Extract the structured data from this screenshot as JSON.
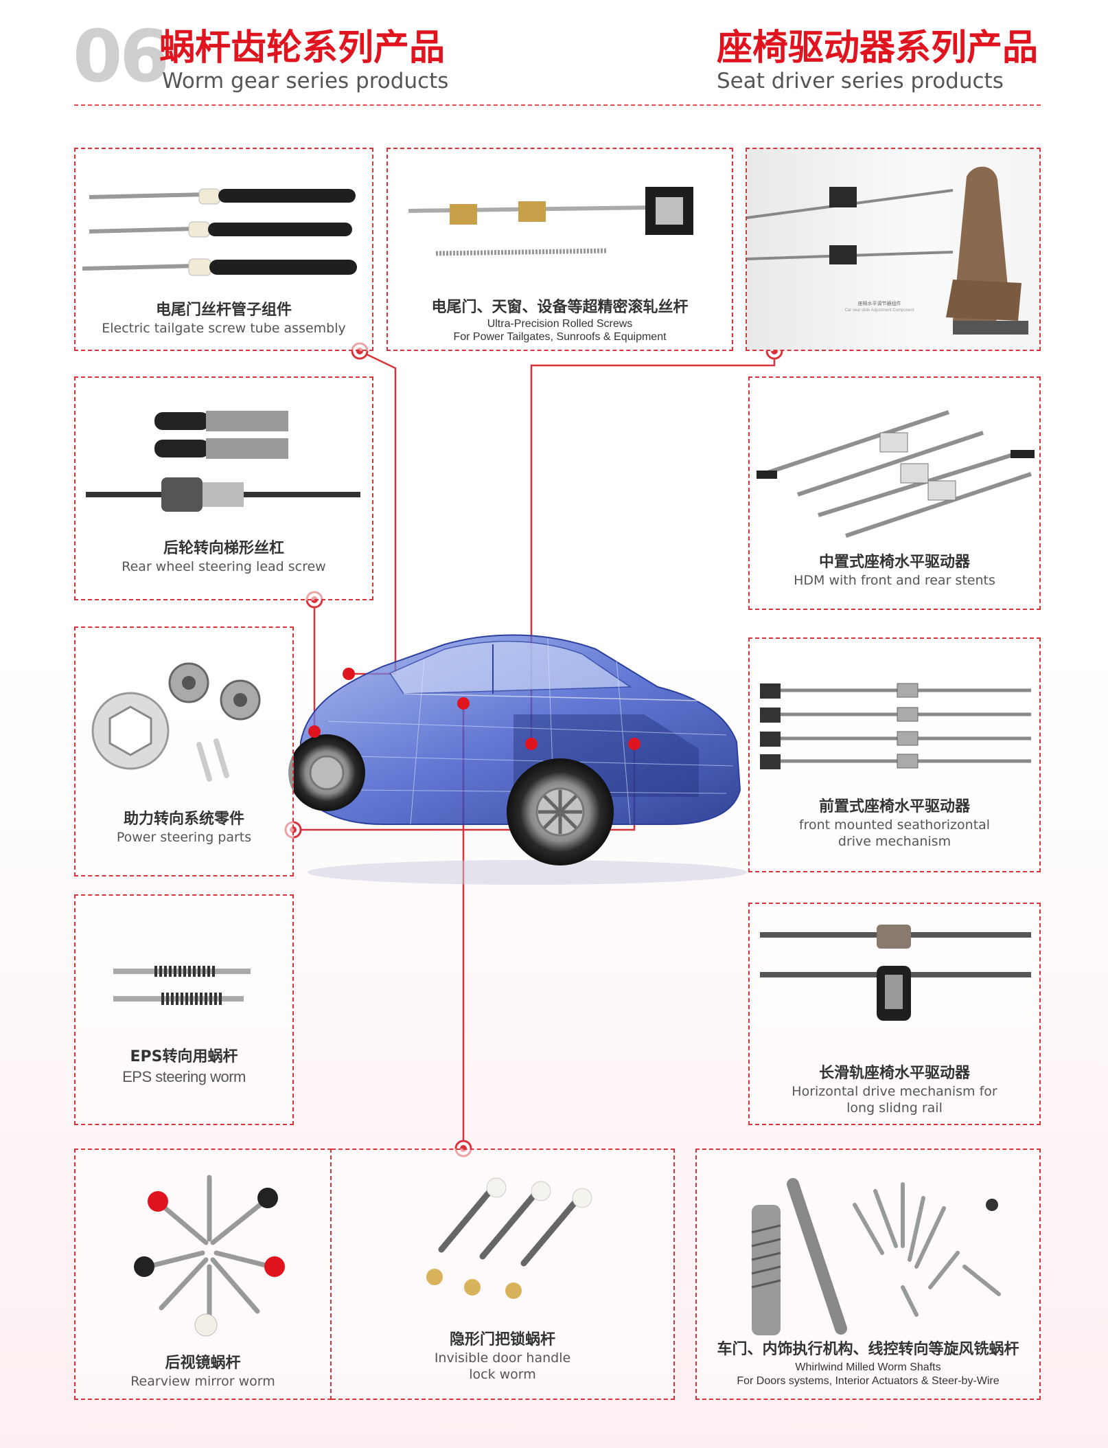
{
  "header": {
    "number": "06",
    "left_title_cn": "蜗杆齿轮系列产品",
    "left_title_en": "Worm gear series products",
    "right_title_cn": "座椅驱动器系列产品",
    "right_title_en": "Seat driver series products"
  },
  "products": {
    "tailgate_tube": {
      "cn": "电尾门丝杆管子组件",
      "en": "Electric tailgate screw tube assembly"
    },
    "rolled_screws": {
      "cn": "电尾门、天窗、设备等超精密滚轧丝杆",
      "en1": "Ultra-Precision Rolled Screws",
      "en2": "For Power Tailgates, Sunroofs & Equipment"
    },
    "seat_photo_label": {
      "cn": "座椅水平调节器组件",
      "en": "Car seat slide Adjustment Component"
    },
    "rear_wheel": {
      "cn": "后轮转向梯形丝杠",
      "en": "Rear wheel steering lead screw"
    },
    "hdm": {
      "cn": "中置式座椅水平驱动器",
      "en": "HDM with front and rear stents"
    },
    "power_steering": {
      "cn": "助力转向系统零件",
      "en": "Power steering parts"
    },
    "front_mounted": {
      "cn": "前置式座椅水平驱动器",
      "en1": "front mounted seathorizontal",
      "en2": "drive mechanism"
    },
    "eps": {
      "cn": "EPS转向用蜗杆",
      "en": "EPS steering worm"
    },
    "long_rail": {
      "cn": "长滑轨座椅水平驱动器",
      "en1": "Horizontal drive mechanism for",
      "en2": "long slidng rail"
    },
    "mirror": {
      "cn": "后视镜蜗杆",
      "en": "Rearview mirror worm"
    },
    "door_handle": {
      "cn": "隐形门把锁蜗杆",
      "en1": "Invisible door handle",
      "en2": "lock worm"
    },
    "whirlwind": {
      "cn": "车门、内饰执行机构、线控转向等旋风铣蜗杆",
      "en1": "Whirlwind Milled Worm Shafts",
      "en2": "For Doors systems, Interior Actuators & Steer-by-Wire"
    }
  },
  "colors": {
    "accent": "#e0141f",
    "dash": "#d9323a",
    "number_gray": "#cfcfcf",
    "car_blue": "#2f4fbf"
  }
}
